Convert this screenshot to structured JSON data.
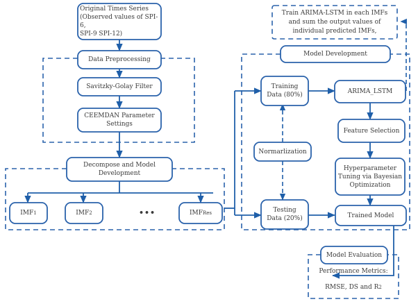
{
  "diagram": {
    "title": "CEEMDAN ARIMA-LSTM drought forecasting workflow flowchart",
    "colors": {
      "box_stroke": "#2a62ab",
      "dashed_stroke": "#2a62ab",
      "arrow": "#1f5fa9",
      "text": "#3a3a3a",
      "background": "#ffffff"
    },
    "nodes": {
      "original_series": "Original Times Series\n(Observed values of SPI-6,\nSPI-9 SPI-12)",
      "data_preprocessing": "Data Preprocessing",
      "savitzky_golay": "Savitzky-Golay Filter",
      "ceemdan_settings": "CEEMDAN Parameter\nSettings",
      "decompose": "Decompose and Model\nDevelopment",
      "imf1": "IMF",
      "imf1_sub": "1",
      "imf2": "IMF",
      "imf2_sub": "2",
      "imf_ellipsis": "•••",
      "imf_res": "IMF",
      "imf_res_sub": "Res",
      "train_note": "Train ARIMA-LSTM in each IMFs\nand sum the output values of\nindividual predicted IMFs,",
      "model_development": "Model Development",
      "training_data": "Training\nData (80%)",
      "normalization": "Normarlization",
      "testing_data": "Testing\nData (20%)",
      "arima_lstm": "ARIMA_LSTM",
      "feature_selection": "Feature Selection",
      "hyperparameter": "Hyperparameter\nTuning via Bayesian\nOptimization",
      "trained_model": "Trained Model",
      "model_evaluation": "Model Evaluation",
      "performance_metrics_line1": "Performance Metrics:",
      "performance_metrics_line2": "RMSE, DS and R",
      "performance_metrics_sup": "2"
    }
  }
}
